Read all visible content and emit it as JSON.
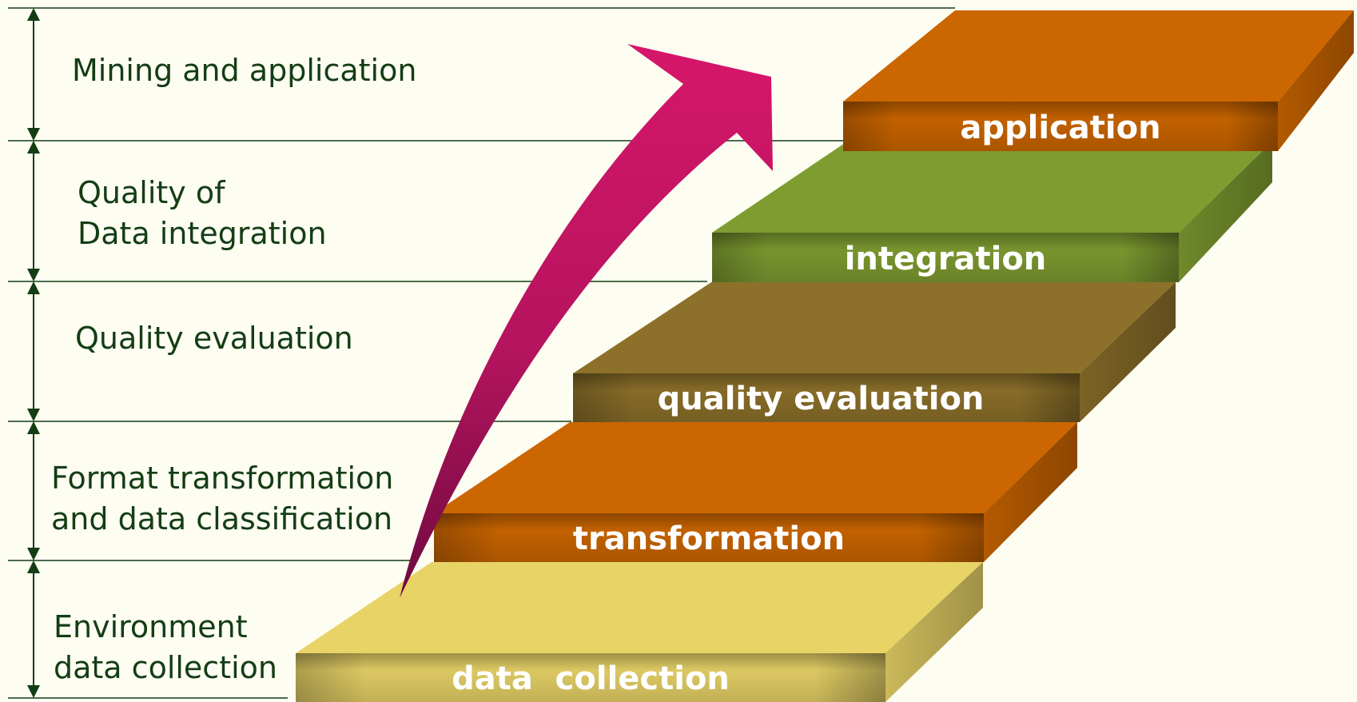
{
  "levels": [
    {
      "label": "Mining and application"
    },
    {
      "label": "Quality of\nData integration"
    },
    {
      "label": "Quality evaluation"
    },
    {
      "label": "Format transformation\nand data classification"
    },
    {
      "label": "Environment\ndata collection"
    }
  ],
  "steps": [
    {
      "label": "data  collection",
      "color": "#e8d367"
    },
    {
      "label": "transformation",
      "color": "#cc6600"
    },
    {
      "label": "quality evaluation",
      "color": "#8d712a"
    },
    {
      "label": "integration",
      "color": "#7e9c30"
    },
    {
      "label": "application",
      "color": "#cc6600"
    }
  ],
  "colors": {
    "text": "#143d14",
    "axis": "#143d14",
    "arrow_top": "#d6166a",
    "arrow_bottom": "#6e0a40"
  }
}
